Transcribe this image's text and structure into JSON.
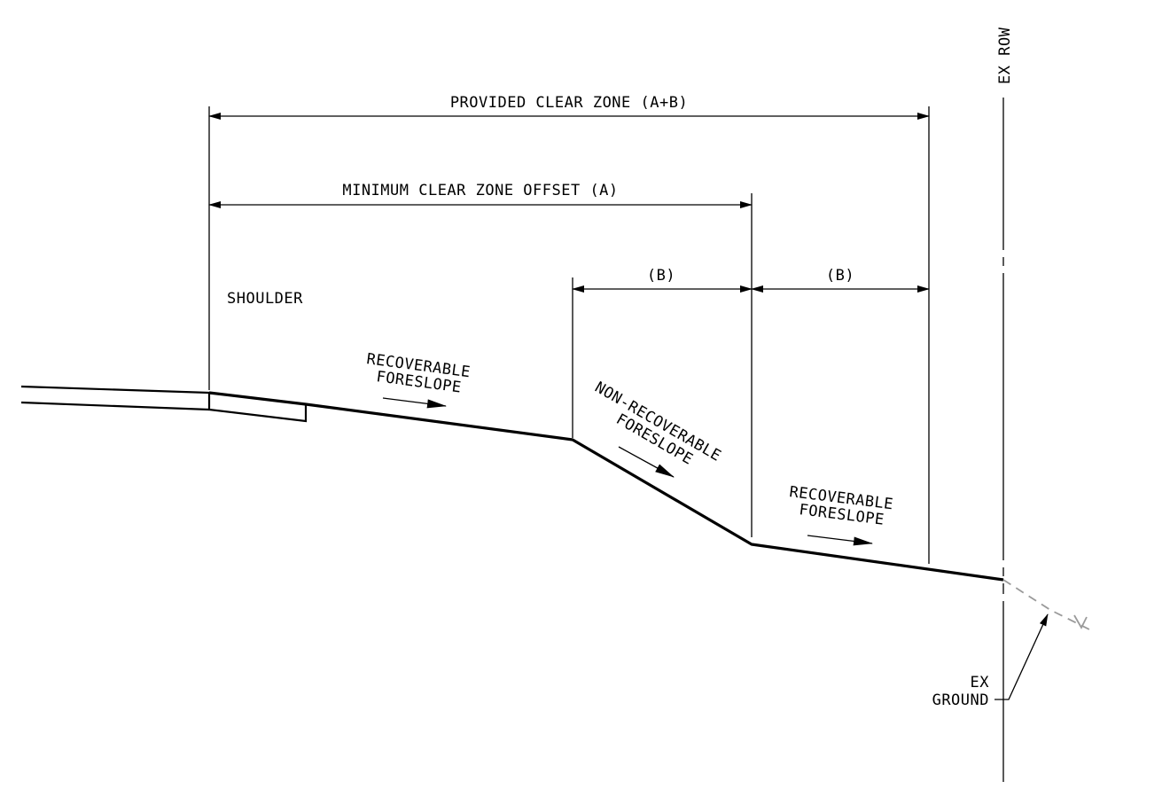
{
  "labels": {
    "ex_row": "EX ROW",
    "provided_clear_zone": "PROVIDED CLEAR ZONE (A+B)",
    "minimum_clear_zone_offset": "MINIMUM CLEAR ZONE OFFSET (A)",
    "b_left": "(B)",
    "b_right": "(B)",
    "shoulder": "SHOULDER",
    "recoverable_1_line1": "RECOVERABLE",
    "recoverable_1_line2": "FORESLOPE",
    "nonrecoverable_line1": "NON-RECOVERABLE",
    "nonrecoverable_line2": "FORESLOPE",
    "recoverable_2_line1": "RECOVERABLE",
    "recoverable_2_line2": "FORESLOPE",
    "ex_ground_line1": "EX",
    "ex_ground_line2": "GROUND"
  }
}
